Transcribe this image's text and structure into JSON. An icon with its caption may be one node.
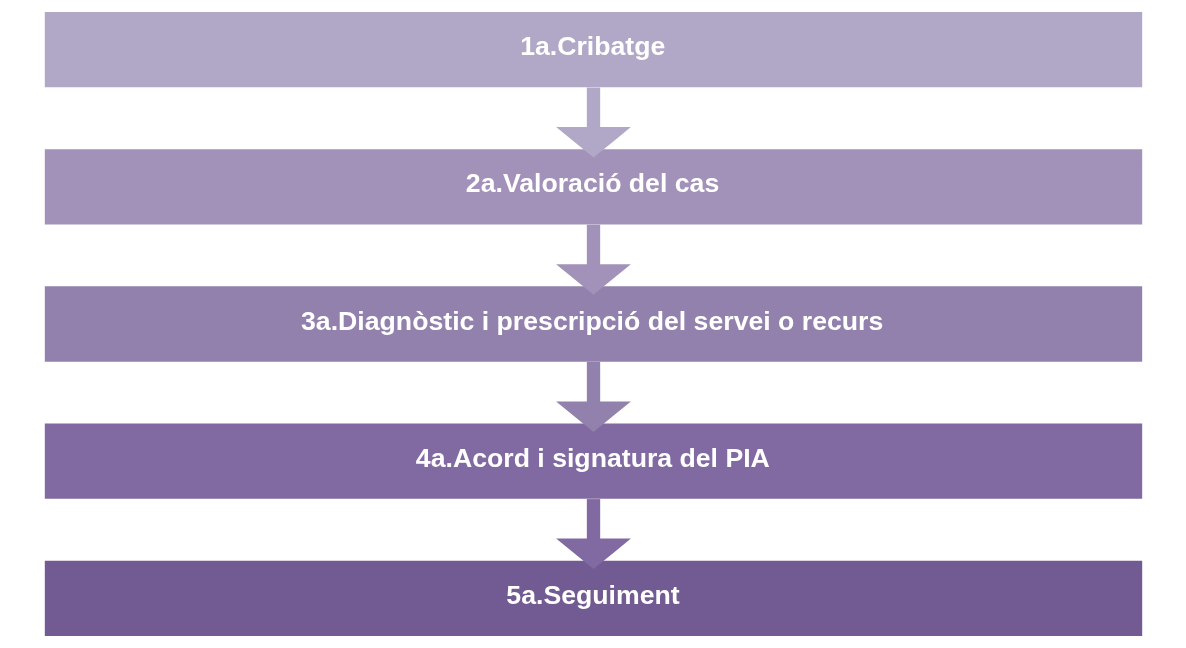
{
  "diagram": {
    "nodes": [
      {
        "text": [
          "1a.Cribatge"
        ]
      },
      {
        "text": [
          "2a.Valoració del cas"
        ]
      },
      {
        "text": [
          "3a.Diagnòstic i prescripció del servei o recurs"
        ]
      },
      {
        "text": [
          "4a.Acord i signatura del PIA"
        ]
      },
      {
        "text": [
          "5a.Seguiment"
        ]
      }
    ],
    "edges": [
      {
        "from": 0,
        "to": 1,
        "arrow": "to",
        "color": "#b1a7c6"
      },
      {
        "from": 1,
        "to": 2,
        "arrow": "to",
        "color": "#a292b9"
      },
      {
        "from": 2,
        "to": 3,
        "arrow": "to",
        "color": "#9280ad"
      },
      {
        "from": 3,
        "to": 4,
        "arrow": "to",
        "color": "#8169a1"
      }
    ]
  }
}
